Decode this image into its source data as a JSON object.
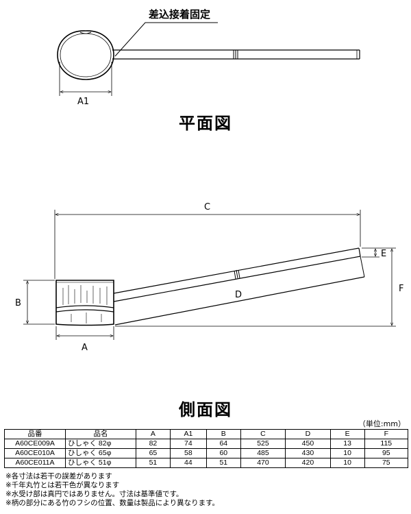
{
  "plan_view": {
    "callout": "差込接着固定",
    "dim_a1": "A1",
    "title": "平面図"
  },
  "side_view": {
    "dim_c": "C",
    "dim_d": "D",
    "dim_e": "E",
    "dim_f": "F",
    "dim_b": "B",
    "dim_a": "A",
    "title": "側面図"
  },
  "table": {
    "unit": "（単位:mm）",
    "headers": [
      "品番",
      "品名",
      "A",
      "A1",
      "B",
      "C",
      "D",
      "E",
      "F"
    ],
    "rows": [
      [
        "A60CE009A",
        "ひしゃく 82φ",
        "82",
        "74",
        "64",
        "525",
        "450",
        "13",
        "115"
      ],
      [
        "A60CE010A",
        "ひしゃく 65φ",
        "65",
        "58",
        "60",
        "485",
        "430",
        "10",
        "95"
      ],
      [
        "A60CE011A",
        "ひしゃく 51φ",
        "51",
        "44",
        "51",
        "470",
        "420",
        "10",
        "75"
      ]
    ]
  },
  "notes": [
    "※各寸法は若干の誤差があります",
    "※千年丸竹とは若干色が異なります",
    "※水受け部は真円ではありません。寸法は基準値です。",
    "※柄の部分にある竹のフシの位置、数量は製品により異なります。"
  ]
}
